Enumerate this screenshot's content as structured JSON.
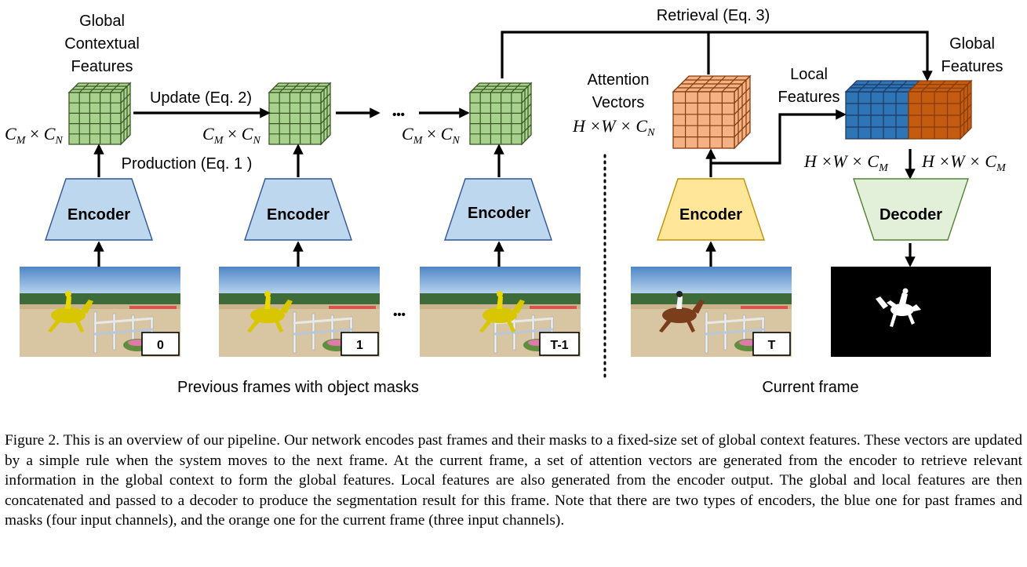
{
  "labels": {
    "global_contextual": [
      "Global",
      "Contextual",
      "Features"
    ],
    "update": "Update (Eq. 2)",
    "production": "Production (Eq. 1 )",
    "dots": "•••",
    "retrieval": "Retrieval  (Eq. 3)",
    "attention": [
      "Attention",
      "Vectors"
    ],
    "local": [
      "Local",
      "Features"
    ],
    "global": [
      "Global",
      "Features"
    ]
  },
  "dims": {
    "cmcn": {
      "a": "C",
      "a_sub": "M",
      "op": " × ",
      "b": "C",
      "b_sub": "N"
    },
    "hwcn": {
      "a": "H ×W × C",
      "a_sub": "N"
    },
    "hwcm": {
      "a": "H ×W × C",
      "a_sub": "M"
    }
  },
  "encoder_label": "Encoder",
  "decoder_label": "Decoder",
  "frame_indices": [
    "0",
    "1",
    "T-1",
    "T"
  ],
  "groups": {
    "previous": "Previous frames with object masks",
    "current": "Current frame"
  },
  "colors": {
    "encoder_blue": "#bdd7ee",
    "encoder_orange": "#ffe699",
    "decoder_green": "#e2f0d9",
    "context_green": "#a9d18e",
    "attention_orange": "#f4b183",
    "global_blue": "#2e75b6",
    "local_orange": "#c55a11"
  },
  "caption": "Figure 2. This is an overview of our pipeline. Our network encodes past frames and their masks to a fixed-size set of global context features. These vectors are updated by a simple rule when the system moves to the next frame. At the current frame, a set of attention vectors are generated from the encoder to retrieve relevant information in the global context to form the global features. Local features are also generated from the encoder output. The global and local features are then concatenated and passed to a decoder to produce the segmentation result for this frame. Note that there are two types of encoders, the blue one for past frames and masks (four input channels), and the orange one for the current frame (three input channels)."
}
